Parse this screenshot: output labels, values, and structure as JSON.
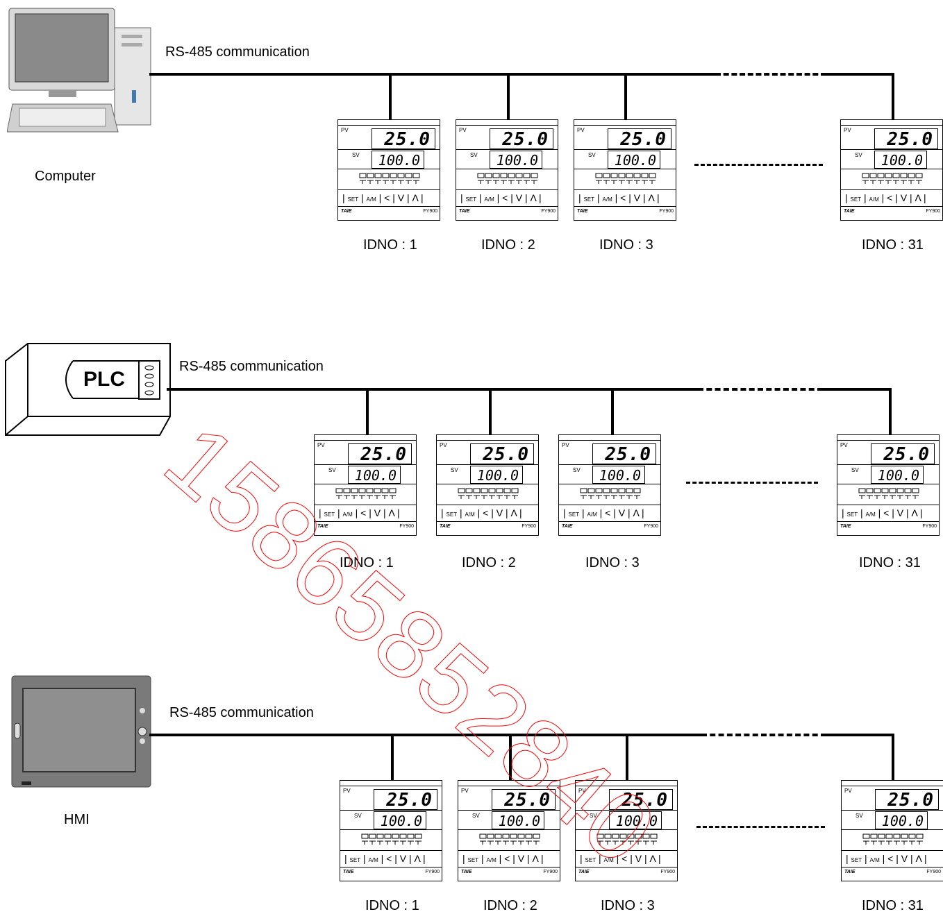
{
  "sections": [
    {
      "host_label": "Computer",
      "bus_label": "RS-485 communication"
    },
    {
      "host_label": "PLC",
      "bus_label": "RS-485 communication"
    },
    {
      "host_label": "HMI",
      "bus_label": "RS-485 communication"
    }
  ],
  "controller": {
    "pv_label": "PV",
    "sv_label": "SV",
    "pv_value": "25.0",
    "sv_value": "100.0",
    "keys": [
      "SET",
      "A/M",
      "<",
      "V",
      "Λ"
    ],
    "brand": "TAIE",
    "model": "FY900"
  },
  "ids": [
    "IDNO : 1",
    "IDNO : 2",
    "IDNO : 3",
    "IDNO : 31"
  ],
  "watermark": "15865852840"
}
